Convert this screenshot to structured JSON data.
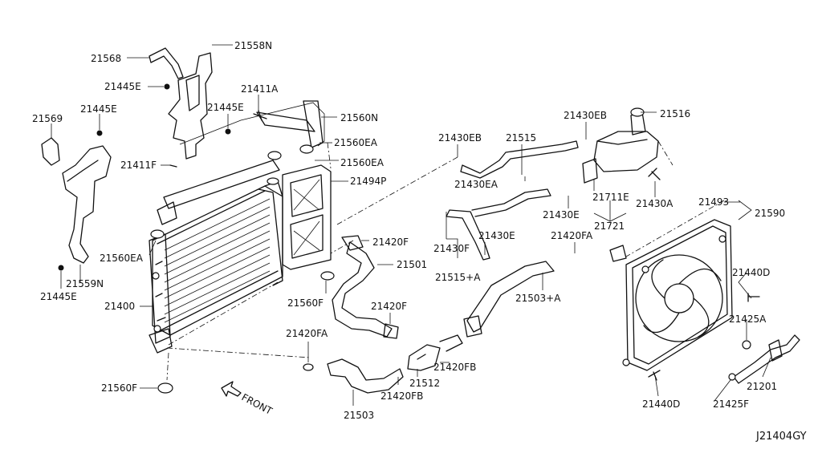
{
  "diagram": {
    "reference_code": "J21404GY",
    "front_indicator": "FRONT",
    "labels": {
      "p21568": "21568",
      "p21558N": "21558N",
      "p21445E_a": "21445E",
      "p21411A": "21411A",
      "p21445E_b": "21445E",
      "p21560N": "21560N",
      "p21569": "21569",
      "p21445E_c": "21445E",
      "p21560EA_a": "21560EA",
      "p21411F": "21411F",
      "p21560EA_b": "21560EA",
      "p21494P": "21494P",
      "p21560EA_c": "21560EA",
      "p21559N": "21559N",
      "p21445E_d": "21445E",
      "p21400": "21400",
      "p21560F_a": "21560F",
      "p21560F_b": "21560F",
      "p21420F_a": "21420F",
      "p21501": "21501",
      "p21420F_b": "21420F",
      "p21420FA_a": "21420FA",
      "p21512": "21512",
      "p21420FB_a": "21420FB",
      "p21420FB_b": "21420FB",
      "p21503": "21503",
      "p21503A": "21503+A",
      "p21420FA_b": "21420FA",
      "p21430EB_a": "21430EB",
      "p21515": "21515",
      "p21430EA": "21430EA",
      "p21430F": "21430F",
      "p21430E_a": "21430E",
      "p21515A": "21515+A",
      "p21430EB_b": "21430EB",
      "p21516": "21516",
      "p21711E": "21711E",
      "p21430E_b": "21430E",
      "p21430A": "21430A",
      "p21721": "21721",
      "p21493": "21493",
      "p21590": "21590",
      "p21440D_a": "21440D",
      "p21425A": "21425A",
      "p21201": "21201",
      "p21425F": "21425F",
      "p21440D_b": "21440D"
    }
  }
}
